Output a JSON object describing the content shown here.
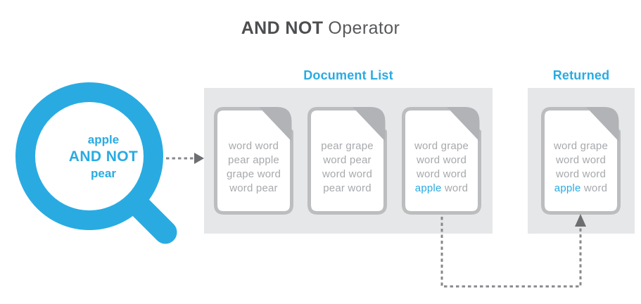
{
  "title": {
    "bold": "AND NOT",
    "rest": "Operator"
  },
  "query": {
    "line1": "apple",
    "line2": "AND NOT",
    "line3": "pear"
  },
  "document_list": {
    "label": "Document List",
    "documents": [
      {
        "lines": [
          [
            {
              "t": "word word"
            }
          ],
          [
            {
              "t": "pear apple"
            }
          ],
          [
            {
              "t": "grape word"
            }
          ],
          [
            {
              "t": "word pear"
            }
          ]
        ]
      },
      {
        "lines": [
          [
            {
              "t": "pear grape"
            }
          ],
          [
            {
              "t": "word pear"
            }
          ],
          [
            {
              "t": "word word"
            }
          ],
          [
            {
              "t": "pear word"
            }
          ]
        ]
      },
      {
        "lines": [
          [
            {
              "t": "word grape"
            }
          ],
          [
            {
              "t": "word word"
            }
          ],
          [
            {
              "t": "word word"
            }
          ],
          [
            {
              "t": "apple",
              "hl": true
            },
            {
              "t": " word"
            }
          ]
        ]
      }
    ]
  },
  "returned": {
    "label": "Returned",
    "documents": [
      {
        "lines": [
          [
            {
              "t": "word grape"
            }
          ],
          [
            {
              "t": "word word"
            }
          ],
          [
            {
              "t": "word word"
            }
          ],
          [
            {
              "t": "apple",
              "hl": true
            },
            {
              "t": " word"
            }
          ]
        ]
      }
    ]
  },
  "colors": {
    "accent_blue": "#29ABE2",
    "title_gray": "#58595B",
    "panel_gray": "#E6E7E8",
    "doc_text_gray": "#A7A9AC",
    "doc_border_gray": "#BBBDBF",
    "dash_gray": "#87898C",
    "arrow_gray": "#6D6E71"
  }
}
